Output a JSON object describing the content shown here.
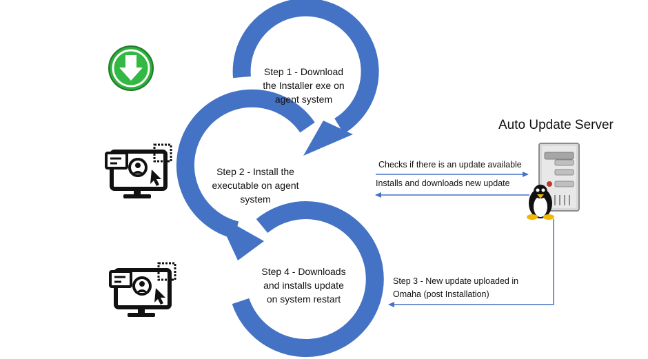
{
  "steps": {
    "step1": [
      "Step 1 - Download",
      "the Installer exe on",
      "agent system"
    ],
    "step2": [
      "Step 2 - Install the",
      "executable on agent",
      "system"
    ],
    "step4": [
      "Step 4  - Downloads",
      "and installs update",
      "on system restart"
    ]
  },
  "server": {
    "title": "Auto Update Server",
    "check_label": "Checks if there is an update available",
    "install_label": "Installs and downloads  new update",
    "step3": [
      "Step 3 - New update uploaded in",
      "Omaha (post Installation)"
    ]
  },
  "colors": {
    "circle": "#4472C4",
    "arrow_line": "#4472C4",
    "download_icon": "#2EAE3B"
  },
  "icons": [
    "download-icon",
    "computer-user-icon",
    "computer-user-icon",
    "linux-server-icon"
  ]
}
